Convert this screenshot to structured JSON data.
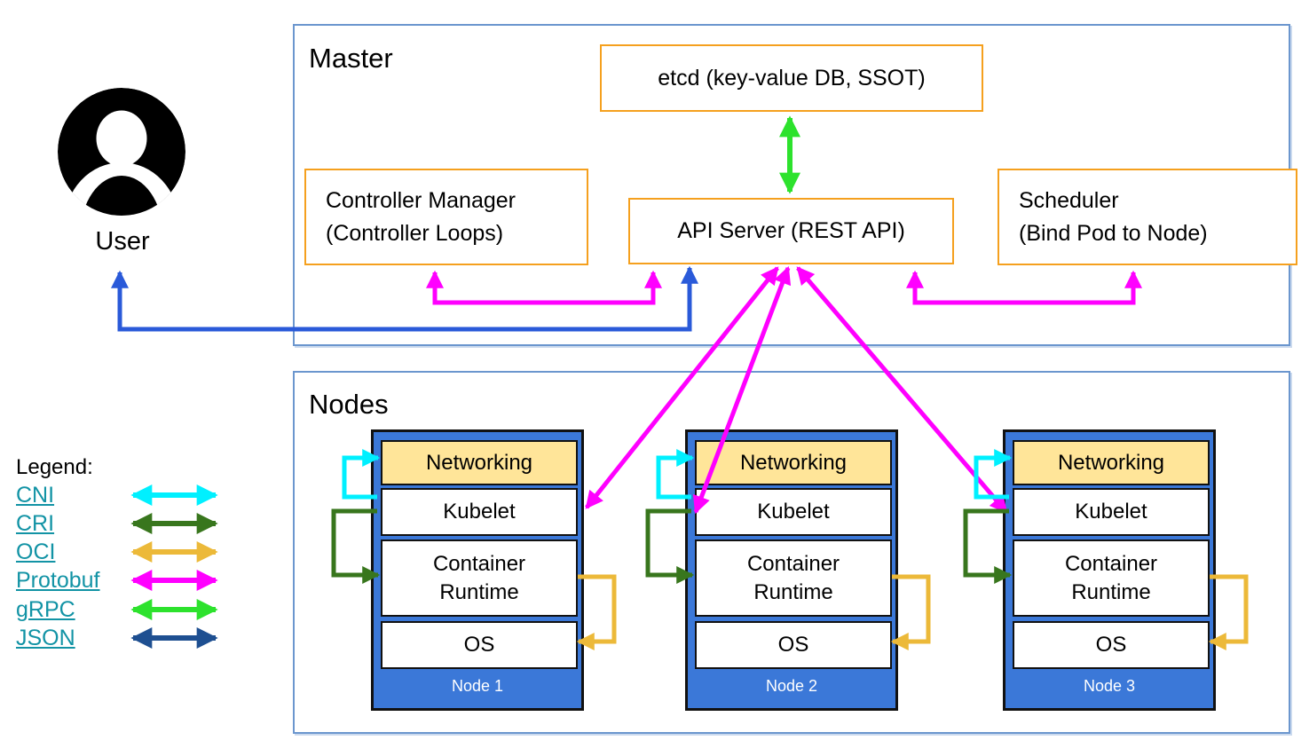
{
  "colors": {
    "cni": "#00f0ff",
    "cri": "#38761d",
    "oci": "#ecb939",
    "protobuf": "#ff00ff",
    "grpc": "#2de22d",
    "json": "#1e4f91",
    "user_arrow": "#2a5ad9",
    "node_fill": "#3b78d8",
    "networking_fill": "#ffe599",
    "component_border": "#f5a01e",
    "frame_border": "#6b96ce",
    "legend_link": "#1293a5"
  },
  "user": {
    "label": "User"
  },
  "master": {
    "title": "Master",
    "etcd_label": "etcd (key-value DB, SSOT)",
    "api_server_label": "API Server (REST API)",
    "controller_manager": {
      "line1": "Controller Manager",
      "line2": "(Controller Loops)"
    },
    "scheduler": {
      "line1": "Scheduler",
      "line2": "(Bind Pod to Node)"
    }
  },
  "nodes": {
    "title": "Nodes",
    "box_labels": {
      "networking": "Networking",
      "kubelet": "Kubelet",
      "runtime": "Container Runtime",
      "os": "OS"
    },
    "items": [
      {
        "label": "Node 1"
      },
      {
        "label": "Node 2"
      },
      {
        "label": "Node 3"
      }
    ]
  },
  "legend": {
    "title": "Legend:",
    "items": [
      {
        "label": "CNI"
      },
      {
        "label": "CRI"
      },
      {
        "label": "OCI"
      },
      {
        "label": "Protobuf"
      },
      {
        "label": "gRPC"
      },
      {
        "label": "JSON"
      }
    ]
  }
}
